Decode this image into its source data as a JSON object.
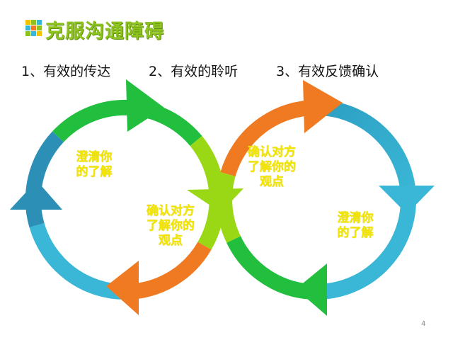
{
  "title": "克服沟通障碍",
  "steps": [
    "1、有效的传达",
    "2、有效的聆听",
    "3、有效反馈确认"
  ],
  "loop_labels": {
    "left_top": "澄清你\n的了解",
    "left_bottom": "确认对方\n了解你的\n观点",
    "right_top": "确认对方\n了解你的\n观点",
    "right_bottom": "澄清你\n的了解"
  },
  "page_number": "4",
  "colors": {
    "title": "#8dc21f",
    "label_text": "#f2e600",
    "green": "#22bf3f",
    "lime": "#9ad816",
    "orange": "#f07a21",
    "teal": "#2c8fb5",
    "cyan": "#3ab7d6"
  },
  "icons": [
    "grid-logo-icon"
  ]
}
